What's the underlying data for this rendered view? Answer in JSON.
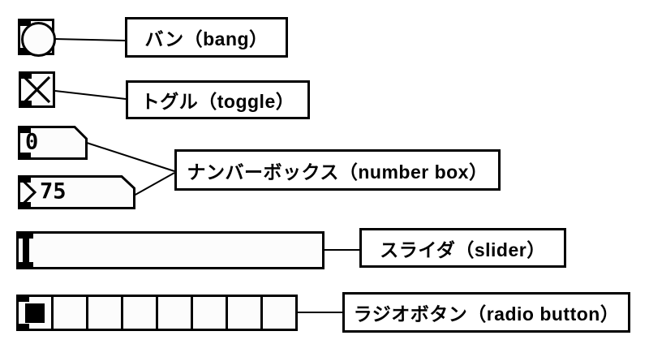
{
  "figure": {
    "colors": {
      "foreground": "#000000",
      "background": "#ffffff"
    },
    "bang": {
      "label": "バン（bang）"
    },
    "toggle": {
      "label": "トグル（toggle）"
    },
    "number_box": {
      "label": "ナンバーボックス（number box）",
      "box1_value": "0",
      "box2_value": "75"
    },
    "slider": {
      "label": "スライダ（slider）"
    },
    "radio": {
      "label": "ラジオボタン（radio button）",
      "cell_count": 8,
      "selected_index": 0
    }
  }
}
